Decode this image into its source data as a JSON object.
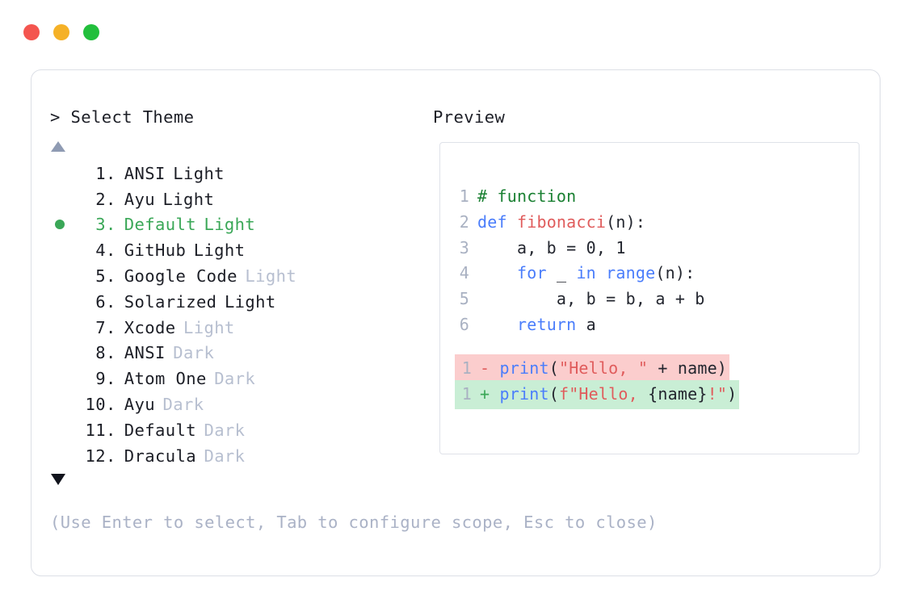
{
  "window": {
    "controls": [
      {
        "name": "close",
        "color": "#f4554f"
      },
      {
        "name": "minimize",
        "color": "#f5b127"
      },
      {
        "name": "maximize",
        "color": "#22bf3c"
      }
    ]
  },
  "picker": {
    "prompt_symbol": ">",
    "prompt_title": "Select Theme",
    "scroll_up_icon": "triangle-up-icon",
    "scroll_down_icon": "triangle-down-icon",
    "selected_index": 3,
    "selection_color": "#3aa757",
    "muted_color": "#b7bfd0",
    "items": [
      {
        "index": "1",
        "dot": ".",
        "name": "ANSI",
        "variant": "Light",
        "variant_muted": false,
        "selected": false
      },
      {
        "index": "2",
        "dot": ".",
        "name": "Ayu",
        "variant": "Light",
        "variant_muted": false,
        "selected": false
      },
      {
        "index": "3",
        "dot": ".",
        "name": "Default",
        "variant": "Light",
        "variant_muted": false,
        "selected": true
      },
      {
        "index": "4",
        "dot": ".",
        "name": "GitHub",
        "variant": "Light",
        "variant_muted": false,
        "selected": false
      },
      {
        "index": "5",
        "dot": ".",
        "name": "Google Code",
        "variant": "Light",
        "variant_muted": true,
        "selected": false
      },
      {
        "index": "6",
        "dot": ".",
        "name": "Solarized",
        "variant": "Light",
        "variant_muted": false,
        "selected": false
      },
      {
        "index": "7",
        "dot": ".",
        "name": "Xcode",
        "variant": "Light",
        "variant_muted": true,
        "selected": false
      },
      {
        "index": "8",
        "dot": ".",
        "name": "ANSI",
        "variant": "Dark",
        "variant_muted": true,
        "selected": false
      },
      {
        "index": "9",
        "dot": ".",
        "name": "Atom One",
        "variant": "Dark",
        "variant_muted": true,
        "selected": false
      },
      {
        "index": "10",
        "dot": ".",
        "name": "Ayu",
        "variant": "Dark",
        "variant_muted": true,
        "selected": false
      },
      {
        "index": "11",
        "dot": ".",
        "name": "Default",
        "variant": "Dark",
        "variant_muted": true,
        "selected": false
      },
      {
        "index": "12",
        "dot": ".",
        "name": "Dracula",
        "variant": "Dark",
        "variant_muted": true,
        "selected": false
      }
    ]
  },
  "preview": {
    "label": "Preview",
    "code_lines": [
      {
        "number": "1",
        "tokens": [
          {
            "text": "# function",
            "type": "comment"
          }
        ]
      },
      {
        "number": "2",
        "tokens": [
          {
            "text": "def ",
            "type": "kw"
          },
          {
            "text": "fibonacci",
            "type": "fn"
          },
          {
            "text": "(n):",
            "type": "plain"
          }
        ]
      },
      {
        "number": "3",
        "tokens": [
          {
            "text": "    a, b = ",
            "type": "plain"
          },
          {
            "text": "0",
            "type": "num"
          },
          {
            "text": ", ",
            "type": "plain"
          },
          {
            "text": "1",
            "type": "num"
          }
        ]
      },
      {
        "number": "4",
        "tokens": [
          {
            "text": "    ",
            "type": "plain"
          },
          {
            "text": "for",
            "type": "kw"
          },
          {
            "text": " _ ",
            "type": "plain"
          },
          {
            "text": "in",
            "type": "kw"
          },
          {
            "text": " ",
            "type": "plain"
          },
          {
            "text": "range",
            "type": "builtin"
          },
          {
            "text": "(n):",
            "type": "plain"
          }
        ]
      },
      {
        "number": "5",
        "tokens": [
          {
            "text": "        a, b = b, a + b",
            "type": "plain"
          }
        ]
      },
      {
        "number": "6",
        "tokens": [
          {
            "text": "    ",
            "type": "plain"
          },
          {
            "text": "return",
            "type": "kw"
          },
          {
            "text": " a",
            "type": "plain"
          }
        ]
      }
    ],
    "diff_lines": [
      {
        "number": "1",
        "sign": "-",
        "kind": "del",
        "tokens": [
          {
            "text": "print",
            "type": "builtin"
          },
          {
            "text": "(",
            "type": "plain"
          },
          {
            "text": "\"Hello, \"",
            "type": "str"
          },
          {
            "text": " + name)",
            "type": "plain"
          }
        ]
      },
      {
        "number": "1",
        "sign": "+",
        "kind": "add",
        "tokens": [
          {
            "text": "print",
            "type": "builtin"
          },
          {
            "text": "(",
            "type": "plain"
          },
          {
            "text": "f\"Hello, ",
            "type": "str"
          },
          {
            "text": "{name}",
            "type": "plain"
          },
          {
            "text": "!\"",
            "type": "str"
          },
          {
            "text": ")",
            "type": "plain"
          }
        ]
      }
    ]
  },
  "footer": {
    "hint": "(Use Enter to select, Tab to configure scope, Esc to close)"
  }
}
